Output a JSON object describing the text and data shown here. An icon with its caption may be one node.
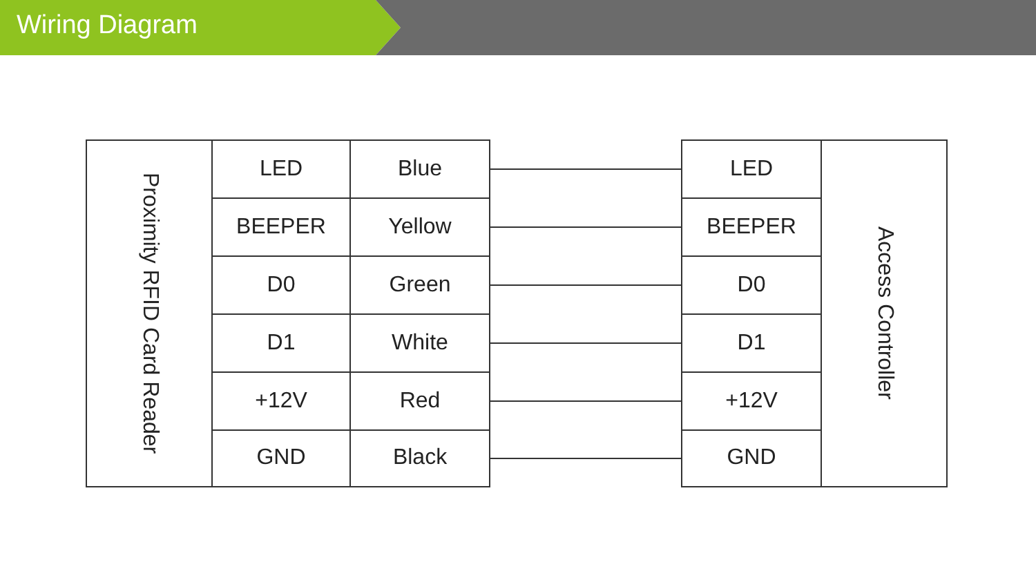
{
  "diagram": {
    "title": "Wiring Diagram",
    "nodes": [
      {
        "text": [
          "Proximity RFID Card Reader"
        ]
      },
      {
        "text": [
          "LED"
        ]
      },
      {
        "text": [
          "Blue"
        ]
      },
      {
        "text": [
          "BEEPER"
        ]
      },
      {
        "text": [
          "Yellow"
        ]
      },
      {
        "text": [
          "D0"
        ]
      },
      {
        "text": [
          "Green"
        ]
      },
      {
        "text": [
          "D1"
        ]
      },
      {
        "text": [
          "White"
        ]
      },
      {
        "text": [
          "+12V"
        ]
      },
      {
        "text": [
          "Red"
        ]
      },
      {
        "text": [
          "GND"
        ]
      },
      {
        "text": [
          "Black"
        ]
      },
      {
        "text": [
          "Access Controller"
        ]
      },
      {
        "text": [
          "LED"
        ]
      },
      {
        "text": [
          "BEEPER"
        ]
      },
      {
        "text": [
          "D0"
        ]
      },
      {
        "text": [
          "D1"
        ]
      },
      {
        "text": [
          "+12V"
        ]
      },
      {
        "text": [
          "GND"
        ]
      }
    ],
    "edges": [
      {
        "from": 2,
        "to": 14,
        "arrow": "none"
      },
      {
        "from": 4,
        "to": 15,
        "arrow": "none"
      },
      {
        "from": 6,
        "to": 16,
        "arrow": "none"
      },
      {
        "from": 8,
        "to": 17,
        "arrow": "none"
      },
      {
        "from": 10,
        "to": 18,
        "arrow": "none"
      },
      {
        "from": 12,
        "to": 19,
        "arrow": "none"
      }
    ]
  }
}
